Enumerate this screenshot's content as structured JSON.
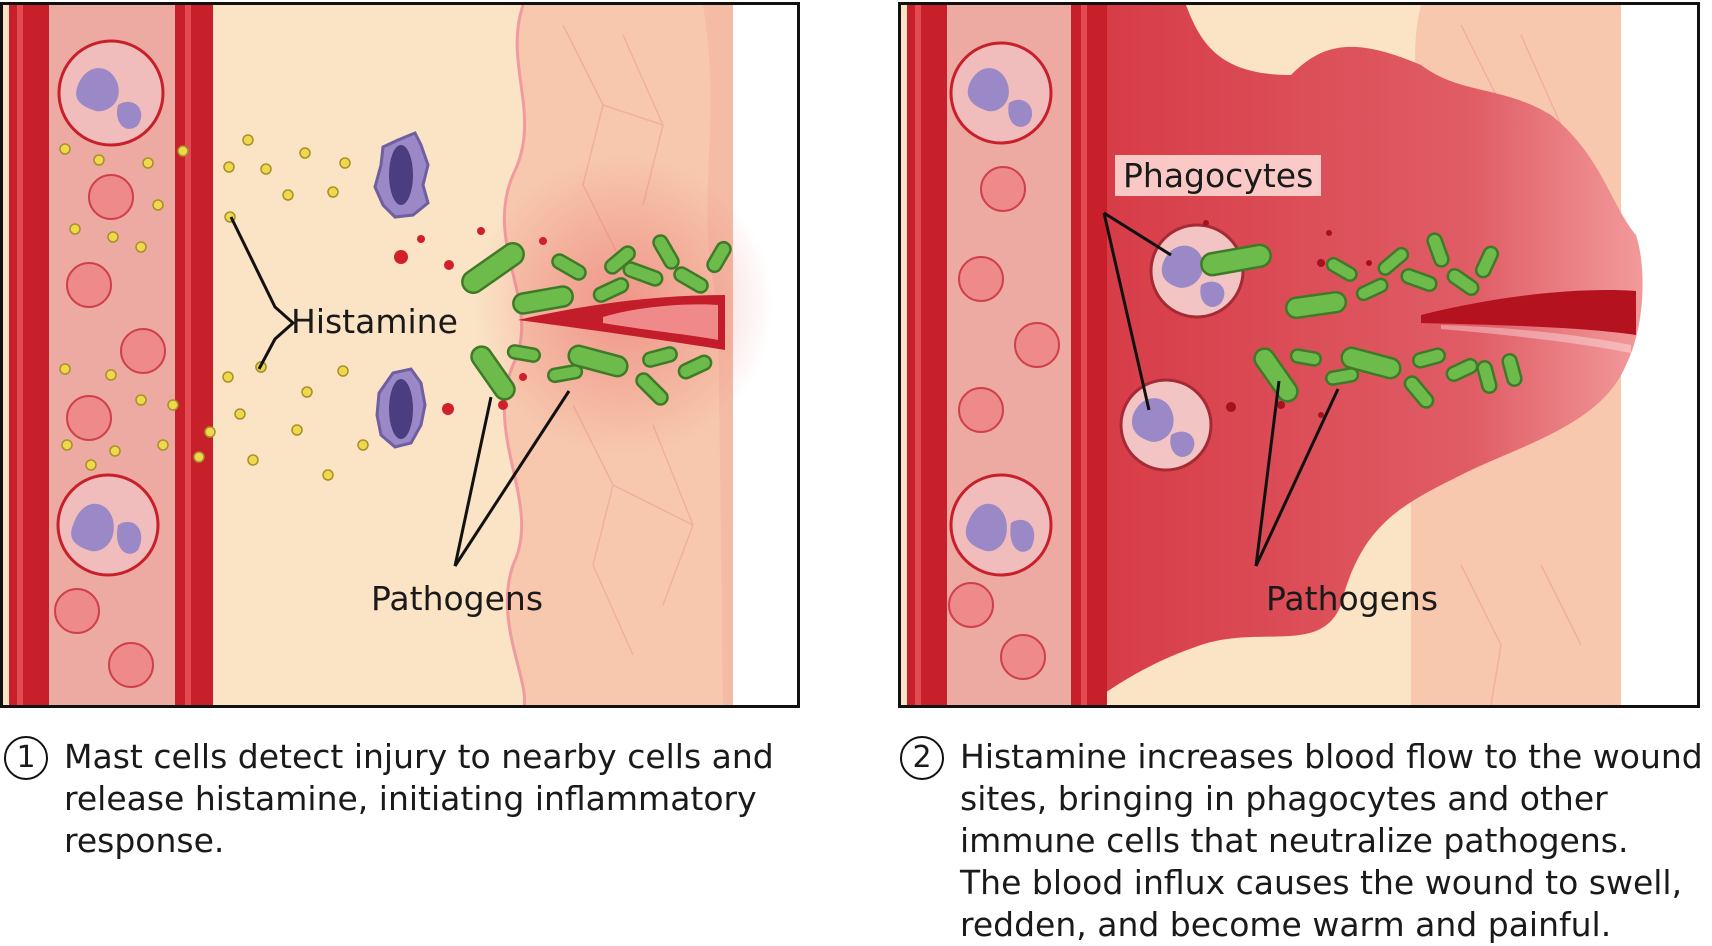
{
  "panels": [
    {
      "labels": {
        "histamine": "Histamine",
        "pathogens": "Pathogens"
      },
      "caption": {
        "number": "1",
        "lines": [
          "Mast cells detect injury to nearby cells and",
          "release histamine, initiating inflammatory",
          "response."
        ]
      }
    },
    {
      "labels": {
        "phagocytes": "Phagocytes",
        "pathogens": "Pathogens"
      },
      "caption": {
        "number": "2",
        "lines": [
          "Histamine increases blood flow to the wound",
          "sites, bringing in phagocytes and other",
          "immune cells that neutralize pathogens.",
          "The blood influx causes the wound to swell,",
          "redden, and become warm and painful."
        ]
      }
    }
  ],
  "colors": {
    "vessel_wall": "#c8202b",
    "vessel_lumen": "#ecaaa3",
    "tissue": "#fbe3c5",
    "skin": "#f7c8ad",
    "inflamed": "#d9424c",
    "pathogen": "#6dbb4a",
    "histamine": "#f0d84c",
    "mast_cell": "#8e7ab5"
  }
}
